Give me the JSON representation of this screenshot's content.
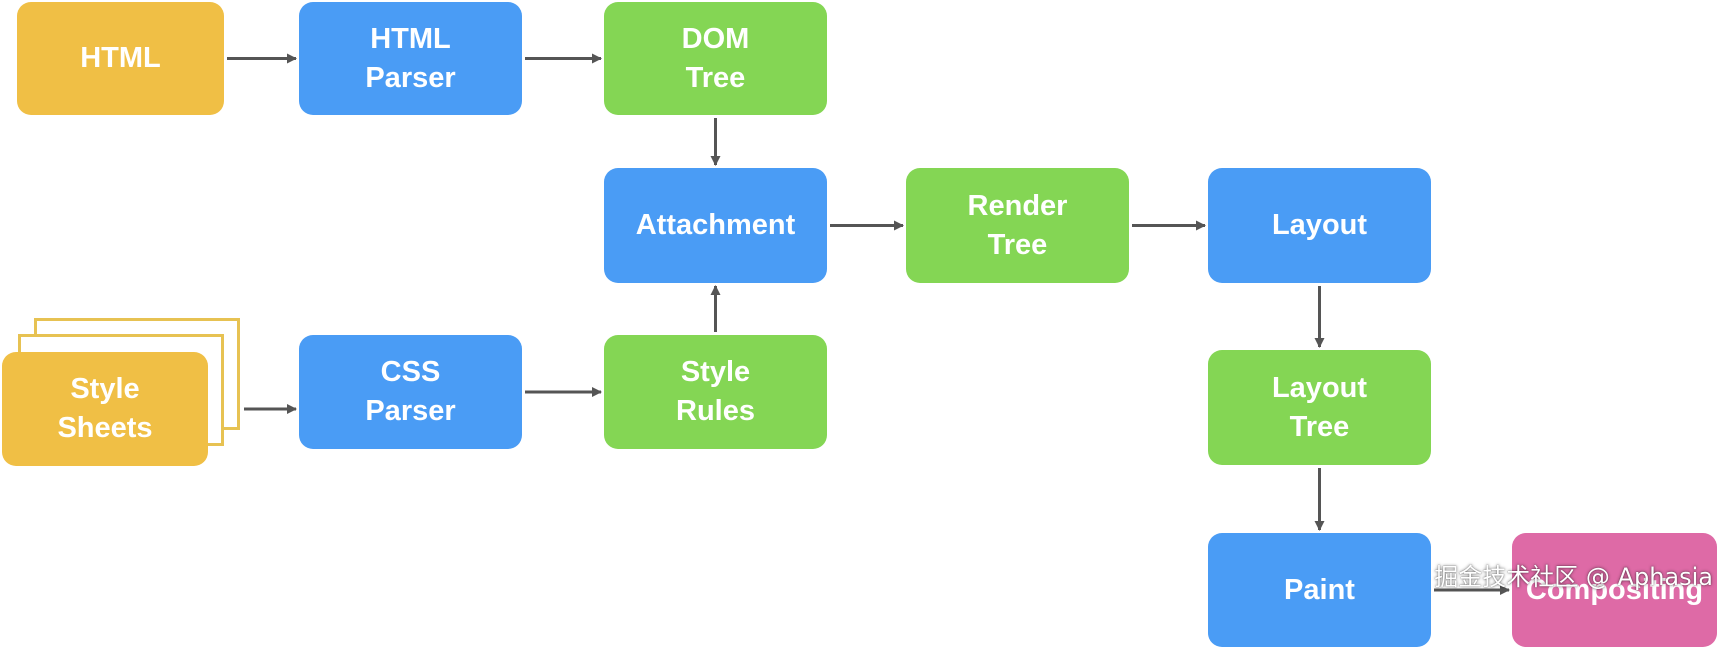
{
  "diagram": {
    "nodes": {
      "html": {
        "label": "HTML",
        "color": "#f0bf45"
      },
      "html_parser": {
        "label": "HTML\nParser",
        "color": "#4a9cf5"
      },
      "dom_tree": {
        "label": "DOM\nTree",
        "color": "#84d654"
      },
      "attachment": {
        "label": "Attachment",
        "color": "#4a9cf5"
      },
      "render_tree": {
        "label": "Render\nTree",
        "color": "#84d654"
      },
      "layout": {
        "label": "Layout",
        "color": "#4a9cf5"
      },
      "style_sheets": {
        "label": "Style\nSheets",
        "color": "#f0bf45"
      },
      "css_parser": {
        "label": "CSS\nParser",
        "color": "#4a9cf5"
      },
      "style_rules": {
        "label": "Style\nRules",
        "color": "#84d654"
      },
      "layout_tree": {
        "label": "Layout\nTree",
        "color": "#84d654"
      },
      "paint": {
        "label": "Paint",
        "color": "#4a9cf5"
      },
      "compositing": {
        "label": "Compositing",
        "color": "#de6aa6"
      }
    },
    "edges": [
      {
        "from": "html",
        "to": "html_parser"
      },
      {
        "from": "html_parser",
        "to": "dom_tree"
      },
      {
        "from": "dom_tree",
        "to": "attachment"
      },
      {
        "from": "style_sheets",
        "to": "css_parser"
      },
      {
        "from": "css_parser",
        "to": "style_rules"
      },
      {
        "from": "style_rules",
        "to": "attachment"
      },
      {
        "from": "attachment",
        "to": "render_tree"
      },
      {
        "from": "render_tree",
        "to": "layout"
      },
      {
        "from": "layout",
        "to": "layout_tree"
      },
      {
        "from": "layout_tree",
        "to": "paint"
      },
      {
        "from": "paint",
        "to": "compositing"
      }
    ],
    "arrow_color": "#555555",
    "sheet_border_color": "#e7c252"
  },
  "watermark": "掘金技术社区 @ Aphasia"
}
